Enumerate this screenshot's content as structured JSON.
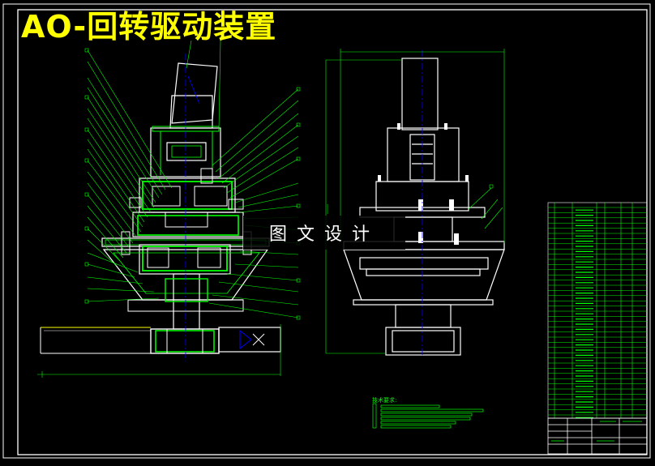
{
  "drawing": {
    "title": "AO-回转驱动装置",
    "watermark": "图文设计",
    "technical_requirements_heading": "技术要求:"
  },
  "colors": {
    "background": "#000000",
    "outline": "#ffffff",
    "title": "#ffff00",
    "leaders": "#00ff00",
    "hatch": "#00ff00",
    "centerline": "#0000ff",
    "frame": "#ffffff"
  }
}
